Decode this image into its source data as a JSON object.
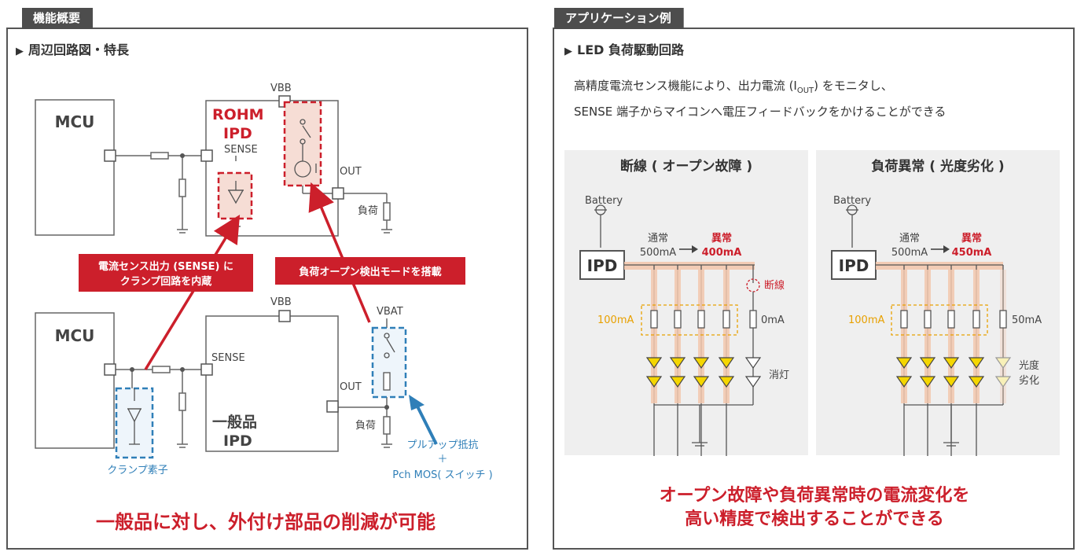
{
  "left": {
    "tab": "機能概要",
    "subtitle": "周辺回路図・特長",
    "top_mcu": "MCU",
    "rohm_line1": "ROHM",
    "rohm_line2": "IPD",
    "vbb_top": "VBB",
    "sense_top": "SENSE",
    "out_top": "OUT",
    "load_top": "負荷",
    "callout1_line1": "電流センス出力 (SENSE) に",
    "callout1_line2": "クランプ回路を内蔵",
    "callout2": "負荷オープン検出モードを搭載",
    "bottom_mcu": "MCU",
    "vbb_bottom": "VBB",
    "vbat": "VBAT",
    "sense_bottom": "SENSE",
    "out_bottom": "OUT",
    "load_bottom": "負荷",
    "general_line1": "一般品",
    "general_line2": "IPD",
    "clamp_label": "クランプ素子",
    "pullup_line1": "プルアップ抵抗",
    "pullup_plus": "＋",
    "pullup_line2": "Pch MOS( スイッチ )",
    "conclusion": "一般品に対し、外付け部品の削減が可能"
  },
  "right": {
    "tab": "アプリケーション例",
    "subtitle": "LED 負荷駆動回路",
    "desc_line1_a": "高精度電流センス機能により、出力電流 (I",
    "desc_line1_sub": "OUT",
    "desc_line1_b": ") をモニタし、",
    "desc_line2": "SENSE 端子からマイコンへ電圧フィードバックをかけることができる",
    "box1": {
      "title": "断線 ( オープン故障 )",
      "battery": "Battery",
      "ipd": "IPD",
      "normal": "通常",
      "normal_val": "500mA",
      "abnormal": "異常",
      "abnormal_val": "400mA",
      "per_led": "100mA",
      "last_val": "0mA",
      "fault": "断線",
      "status": "消灯"
    },
    "box2": {
      "title": "負荷異常 ( 光度劣化 )",
      "battery": "Battery",
      "ipd": "IPD",
      "normal": "通常",
      "normal_val": "500mA",
      "abnormal": "異常",
      "abnormal_val": "450mA",
      "per_led": "100mA",
      "last_val": "50mA",
      "status_line1": "光度",
      "status_line2": "劣化"
    },
    "conclusion_line1": "オープン故障や負荷異常時の電流変化を",
    "conclusion_line2": "高い精度で検出することができる"
  },
  "colors": {
    "accent_red": "#cc1f2b",
    "accent_blue": "#2f7fb8",
    "orange": "#e8a000",
    "tab_gray": "#4d4d4d"
  }
}
